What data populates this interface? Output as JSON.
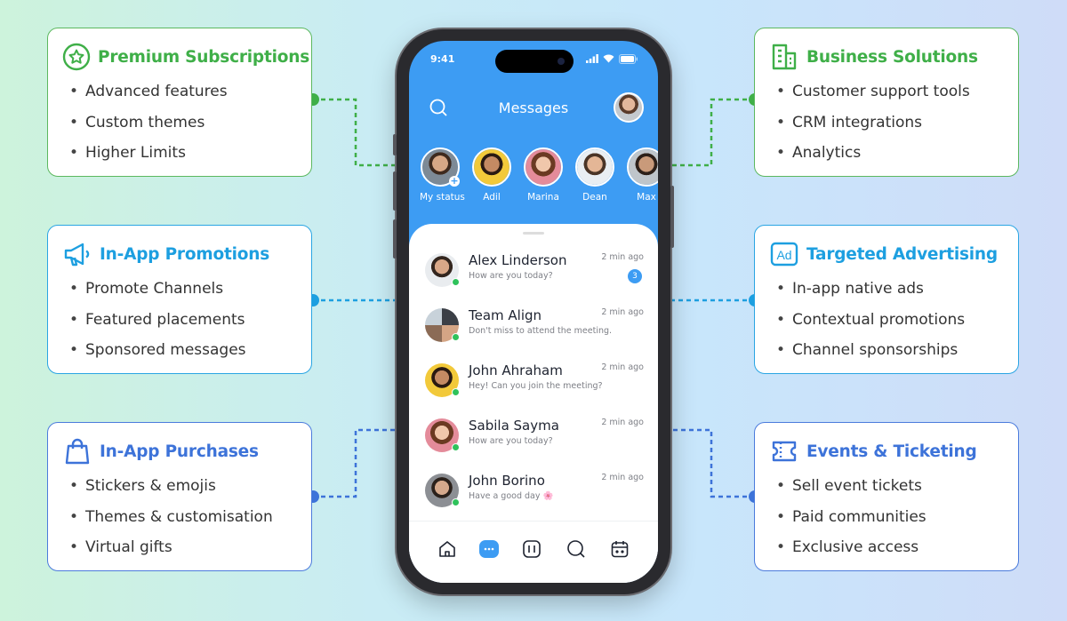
{
  "cards": {
    "premium": {
      "title": "Premium Subscriptions",
      "items": [
        "Advanced features",
        "Custom themes",
        "Higher Limits"
      ],
      "icon": "star-badge-icon",
      "color": "#3faf48"
    },
    "business": {
      "title": "Business Solutions",
      "items": [
        "Customer support tools",
        "CRM integrations",
        "Analytics"
      ],
      "icon": "building-icon",
      "color": "#3faf48"
    },
    "promotions": {
      "title": "In-App Promotions",
      "items": [
        "Promote Channels",
        "Featured placements",
        "Sponsored messages"
      ],
      "icon": "megaphone-icon",
      "color": "#1d9fe0"
    },
    "advertising": {
      "title": "Targeted Advertising",
      "items": [
        "In-app native ads",
        "Contextual promotions",
        "Channel sponsorships"
      ],
      "icon": "ad-icon",
      "icon_text": "Ad",
      "color": "#1d9fe0"
    },
    "purchases": {
      "title": "In-App Purchases",
      "items": [
        "Stickers & emojis",
        "Themes & customisation",
        "Virtual gifts"
      ],
      "icon": "shopping-bag-icon",
      "color": "#3d73d9"
    },
    "events": {
      "title": "Events & Ticketing",
      "items": [
        "Sell event tickets",
        "Paid communities",
        "Exclusive access"
      ],
      "icon": "ticket-icon",
      "color": "#3d73d9"
    }
  },
  "phone": {
    "time": "9:41",
    "title": "Messages",
    "accent": "#3d9cf3",
    "stories": [
      "My status",
      "Adil",
      "Marina",
      "Dean",
      "Max"
    ],
    "chats": [
      {
        "name": "Alex Linderson",
        "message": "How are you today?",
        "time": "2 min ago",
        "unread": "3"
      },
      {
        "name": "Team Align",
        "message": "Don't miss to attend the meeting.",
        "time": "2 min ago"
      },
      {
        "name": "John Ahraham",
        "message": "Hey! Can you join the meeting?",
        "time": "2 min ago"
      },
      {
        "name": "Sabila Sayma",
        "message": "How are you today?",
        "time": "2 min ago"
      },
      {
        "name": "John Borino",
        "message": "Have a good day 🌸",
        "time": "2 min ago"
      }
    ],
    "tabs": [
      "home-icon",
      "chat-icon",
      "calls-icon",
      "search-icon",
      "calendar-icon"
    ]
  }
}
